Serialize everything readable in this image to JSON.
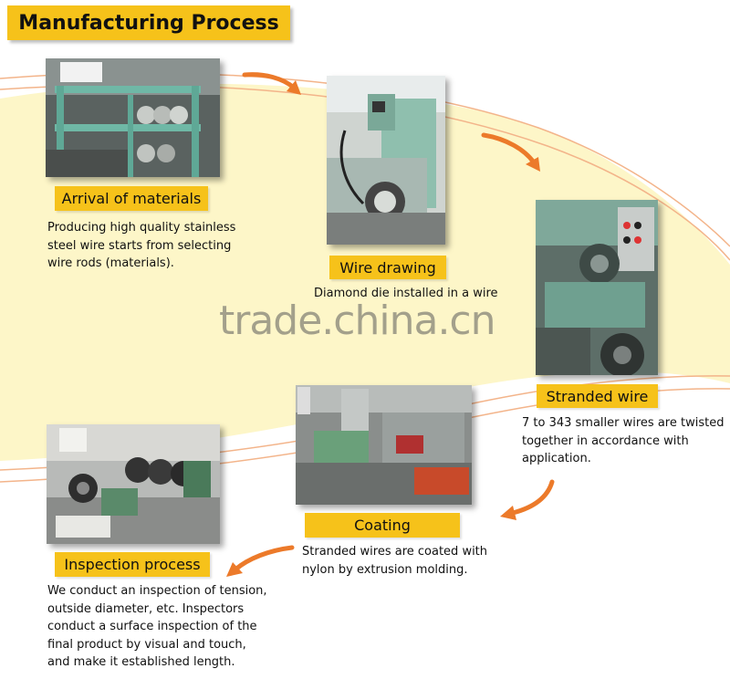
{
  "page": {
    "title": "Manufacturing Process",
    "watermark": "trade.china.cn"
  },
  "colors": {
    "accent": "#f6c21a",
    "arrow": "#ec7a2a",
    "background_swoosh": "#fdf6c8",
    "background_line": "#f3b48a"
  },
  "steps": [
    {
      "label": "Arrival of materials",
      "description": "Producing high quality stainless\nsteel wire starts from selecting\nwire rods (materials)."
    },
    {
      "label": "Wire drawing",
      "description": "Diamond die installed in a wire"
    },
    {
      "label": "Stranded wire",
      "description": "7 to 343 smaller wires are twisted\ntogether in accordance with\napplication."
    },
    {
      "label": "Coating",
      "description": "Stranded wires are coated with\nnylon by extrusion molding."
    },
    {
      "label": "Inspection process",
      "description": "We conduct an inspection of tension,\noutside diameter, etc.  Inspectors\nconduct a surface inspection of the\nfinal product by visual and touch,\nand make it established length."
    }
  ]
}
